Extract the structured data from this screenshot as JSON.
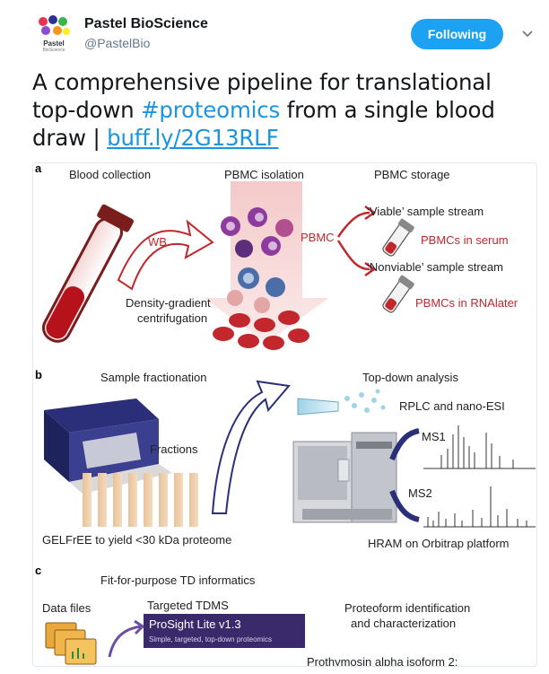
{
  "author": {
    "name": "Pastel BioScience",
    "handle": "@PastelBio",
    "avatar_line1": "Pastel",
    "avatar_line2": "BioScience"
  },
  "follow_button": {
    "label": "Following"
  },
  "tweet": {
    "text_1": "A comprehensive pipeline for translational top-down ",
    "hashtag": "#proteomics",
    "text_2": " from a single blood draw | ",
    "link": "buff.ly/2G13RLF"
  },
  "figure": {
    "panel_a": {
      "letter": "a",
      "blood_collection": "Blood collection",
      "pbmc_isolation": "PBMC isolation",
      "pbmc_storage": "PBMC storage",
      "wb": "WB",
      "pbmc": "PBMC",
      "viable_stream": "‘Viable’ sample stream",
      "pbmcs_serum": "PBMCs in serum",
      "nonviable_stream": "‘Nonviable’ sample stream",
      "pbmcs_rnalater": "PBMCs in RNAlater",
      "density_1": "Density-gradient",
      "density_2": "centrifugation"
    },
    "panel_b": {
      "letter": "b",
      "sample_fractionation": "Sample fractionation",
      "top_down": "Top-down analysis",
      "rplc": "RPLC and nano-ESI",
      "fractions": "Fractions",
      "ms1": "MS1",
      "ms2": "MS2",
      "gelfree": "GELFrEE to yield <30 kDa proteome",
      "hram": "HRAM on Orbitrap platform"
    },
    "panel_c": {
      "letter": "c",
      "fit_for_purpose": "Fit-for-purpose TD informatics",
      "data_files": "Data files",
      "targeted_tdms": "Targeted TDMS",
      "prosight_title": "ProSight Lite v1.3",
      "prosight_sub": "Simple, targeted, top-down proteomics",
      "proteoform_1": "Proteoform identification",
      "proteoform_2": "and characterization",
      "prothymosin": "Prothymosin alpha isoform 2:"
    }
  },
  "colors": {
    "follow_bg": "#1da1f2",
    "link": "#1b95e0",
    "figure_red": "#c1272d",
    "figure_navy": "#2b2f7a",
    "prosight_bg": "#3b2a6b"
  },
  "icons": [
    "chevron-down-icon"
  ]
}
